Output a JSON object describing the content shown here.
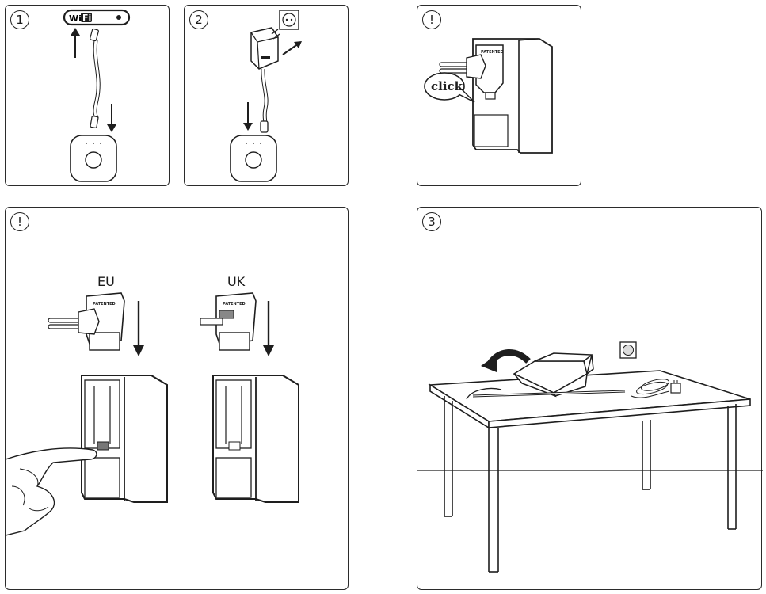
{
  "panels": {
    "step1": {
      "badge": "1",
      "wifi_label": "Wi",
      "wifi_box": "Fi"
    },
    "step2": {
      "badge": "2"
    },
    "warning1": {
      "badge": "!",
      "patent_mark": "PATENTED",
      "click_label": "click"
    },
    "warning2": {
      "badge": "!",
      "eu_label": "EU",
      "uk_label": "UK",
      "patent_mark": "PATENTED"
    },
    "step3": {
      "badge": "3"
    }
  },
  "colors": {
    "line": "#1e1e1e",
    "panel_border": "#2b2b2b",
    "background": "#ffffff",
    "shade": "#e8e8e8"
  }
}
